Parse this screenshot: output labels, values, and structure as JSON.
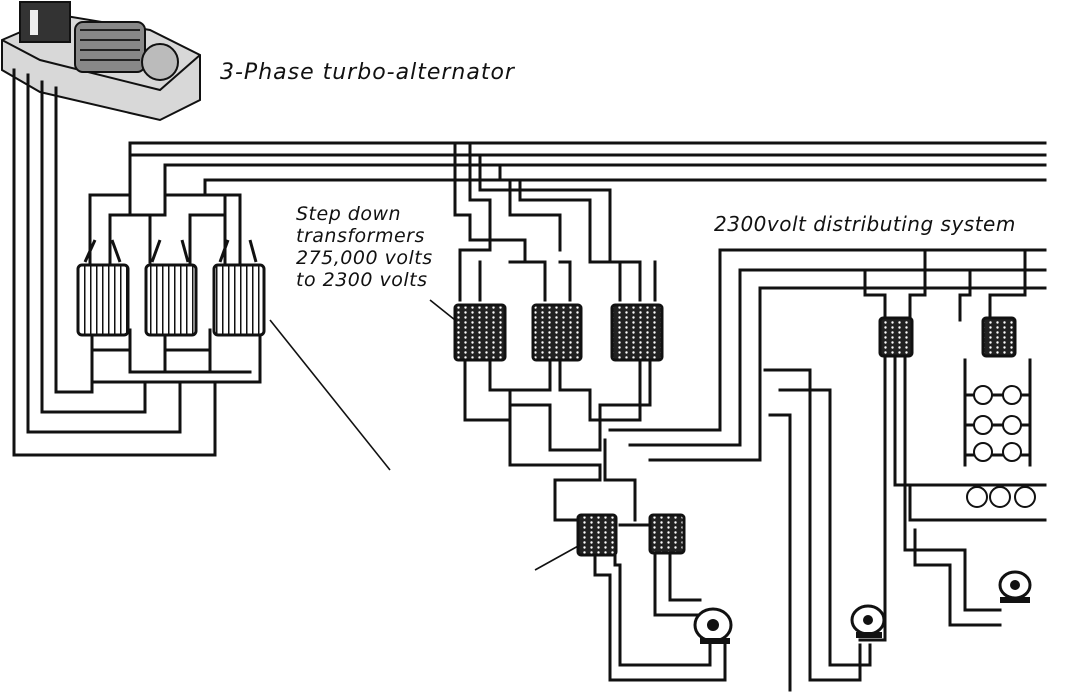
{
  "labels": {
    "generator": "3-Phase turbo-alternator",
    "step_down": [
      "Step down",
      "transformers",
      "275,000 volts",
      "to 2300 volts"
    ],
    "distribution": "2300volt distributing system"
  },
  "icons": [
    "turbo-alternator-icon",
    "transformer-icon",
    "motor-icon",
    "lamp-icon"
  ],
  "colors": {
    "ink": "#111111",
    "paper": "#ffffff"
  }
}
